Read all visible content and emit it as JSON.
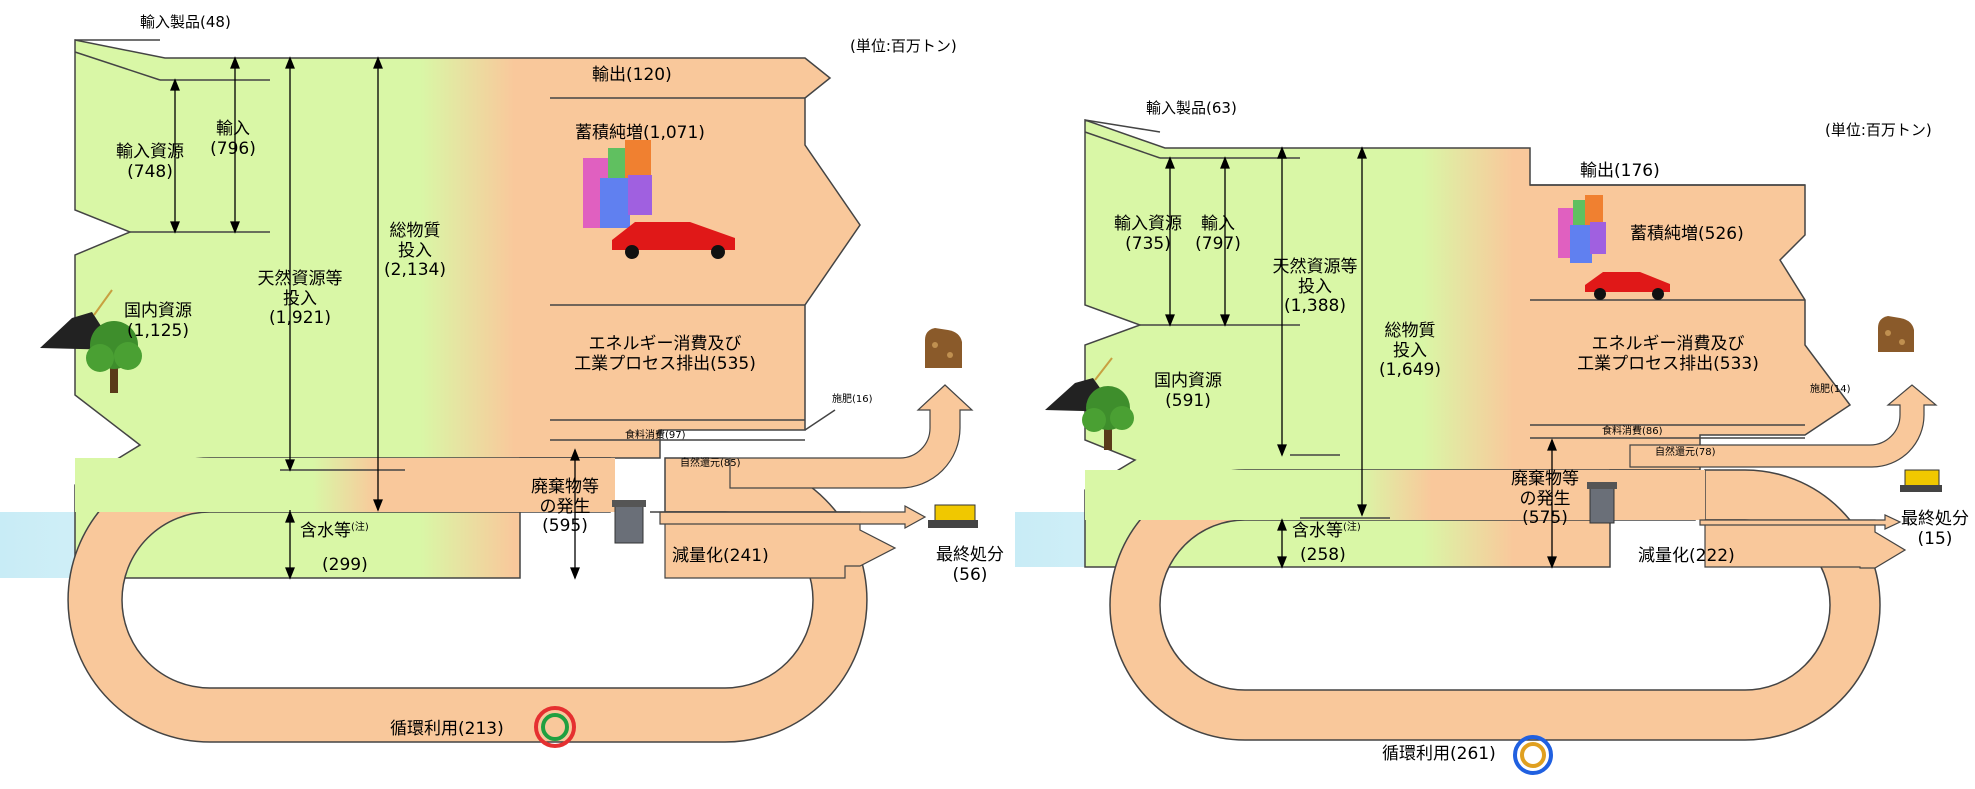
{
  "unit": "(単位:百万トン)",
  "left": {
    "imported_products": "輸入製品(48)",
    "import_resources": [
      "輸入資源",
      "(748)"
    ],
    "imports": [
      "輸入",
      "(796)"
    ],
    "domestic_resources": [
      "国内資源",
      "(1,125)"
    ],
    "natural_resources_input": [
      "天然資源等",
      "投入",
      "(1,921)"
    ],
    "total_input": [
      "総物質",
      "投入",
      "(2,134)"
    ],
    "exports": "輸出(120)",
    "net_accumulation": "蓄積純増(1,071)",
    "energy": [
      "エネルギー消費及び",
      "工業プロセス排出(535)"
    ],
    "fertilizer": "施肥(16)",
    "food": "食料消費(97)",
    "natural_reduction": "自然還元(85)",
    "water": "含水等",
    "water_note": "(注)",
    "water_value": "(299)",
    "waste": [
      "廃棄物等",
      "の発生",
      "(595)"
    ],
    "reduction": "減量化(241)",
    "final_disposal": [
      "最終処分",
      "(56)"
    ],
    "recycling": "循環利用(213)"
  },
  "right": {
    "imported_products": "輸入製品(63)",
    "import_resources": [
      "輸入資源",
      "(735)"
    ],
    "imports": [
      "輸入",
      "(797)"
    ],
    "domestic_resources": [
      "国内資源",
      "(591)"
    ],
    "natural_resources_input": [
      "天然資源等",
      "投入",
      "(1,388)"
    ],
    "total_input": [
      "総物質",
      "投入",
      "(1,649)"
    ],
    "exports": "輸出(176)",
    "net_accumulation": "蓄積純増(526)",
    "energy": [
      "エネルギー消費及び",
      "工業プロセス排出(533)"
    ],
    "fertilizer": "施肥(14)",
    "food": "食料消費(86)",
    "natural_reduction": "自然還元(78)",
    "water": "含水等",
    "water_note": "(注)",
    "water_value": "(258)",
    "waste": [
      "廃棄物等",
      "の発生",
      "(575)"
    ],
    "reduction": "減量化(222)",
    "final_disposal": [
      "最終処分",
      "(15)"
    ],
    "recycling": "循環利用(261)"
  },
  "colors": {
    "green": "#d9f7a6",
    "orange": "#f9c89b",
    "water": "#d4f0f7"
  }
}
